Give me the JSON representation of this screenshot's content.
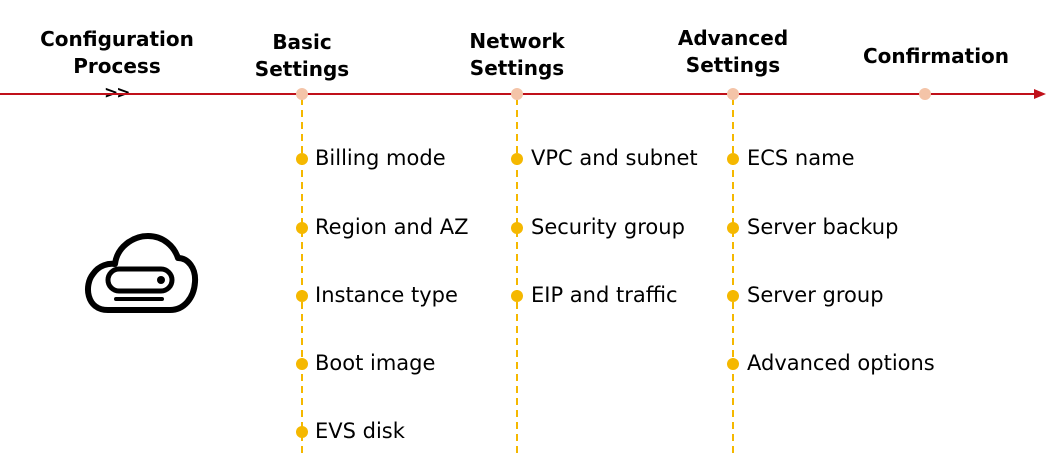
{
  "header": {
    "process_label": "Configuration\nProcess",
    "process_arrows": ">>"
  },
  "stages": [
    {
      "title": "Basic\nSettings",
      "items": [
        "Billing mode",
        "Region and AZ",
        "Instance type",
        "Boot image",
        "EVS disk"
      ]
    },
    {
      "title": "Network\nSettings",
      "items": [
        "VPC and subnet",
        "Security group",
        "EIP and traffic"
      ]
    },
    {
      "title": "Advanced\nSettings",
      "items": [
        "ECS name",
        "Server backup",
        "Server group",
        "Advanced options"
      ]
    },
    {
      "title": "Confirmation",
      "items": []
    }
  ],
  "icons": {
    "process_icon": "cloud-server-icon"
  },
  "colors": {
    "timeline": "#c0101a",
    "stage_node": "#f4c4a8",
    "item_dot": "#f5b800",
    "dashed_line": "#f5b800",
    "text": "#000000"
  }
}
